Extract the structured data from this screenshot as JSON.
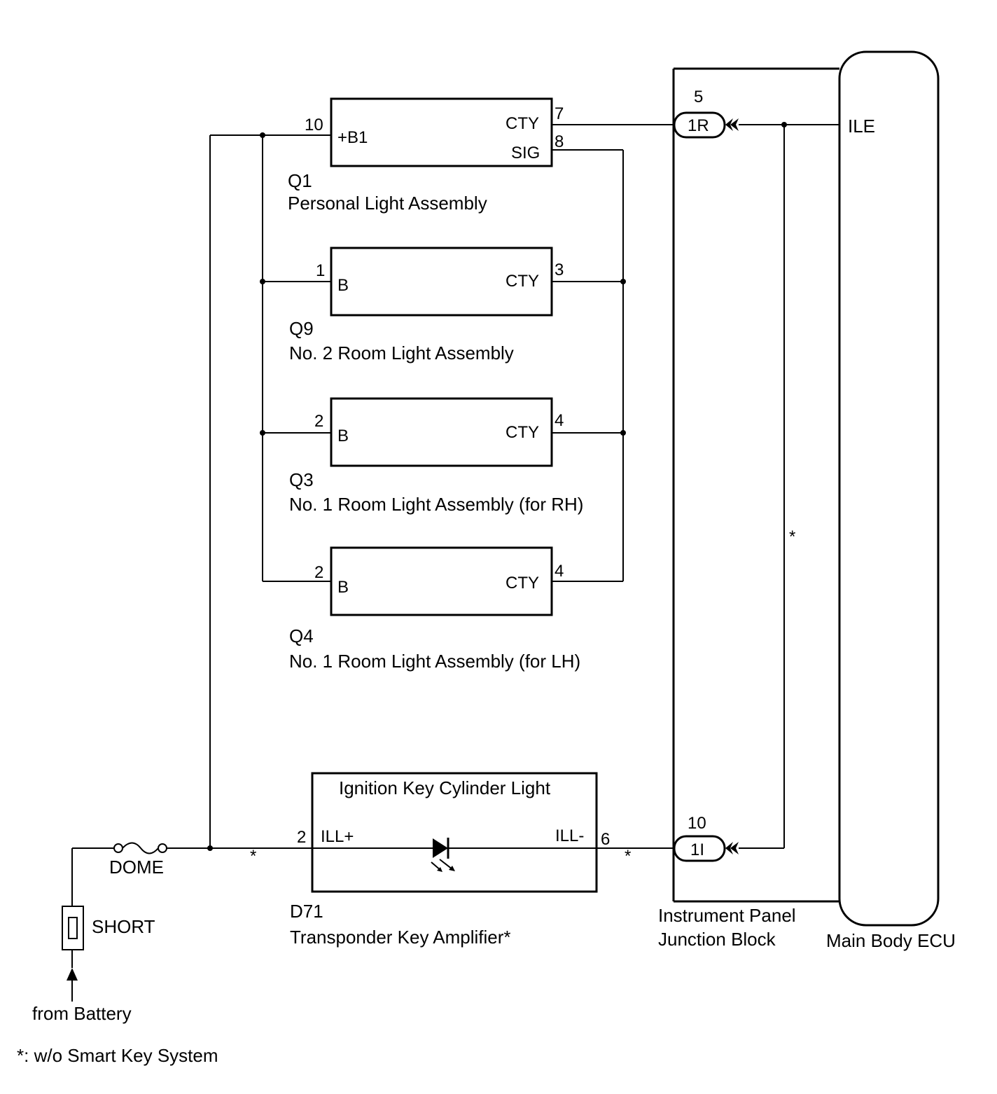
{
  "colors": {
    "line": "#000000",
    "background": "#ffffff"
  },
  "q1": {
    "pin_b": "10",
    "label_b": "+B1",
    "pin_cty": "7",
    "label_cty": "CTY",
    "pin_sig": "8",
    "label_sig": "SIG",
    "code": "Q1",
    "name": "Personal Light Assembly"
  },
  "q9": {
    "pin_b": "1",
    "label_b": "B",
    "pin_cty": "3",
    "label_cty": "CTY",
    "code": "Q9",
    "name": "No. 2 Room Light Assembly"
  },
  "q3": {
    "pin_b": "2",
    "label_b": "B",
    "pin_cty": "4",
    "label_cty": "CTY",
    "code": "Q3",
    "name": "No. 1 Room Light Assembly (for RH)"
  },
  "q4": {
    "pin_b": "2",
    "label_b": "B",
    "pin_cty": "4",
    "label_cty": "CTY",
    "code": "Q4",
    "name": "No. 1 Room Light Assembly (for LH)"
  },
  "d71": {
    "title": "Ignition Key Cylinder Light",
    "pin_plus": "2",
    "label_plus": "ILL+",
    "label_minus": "ILL-",
    "pin_minus": "6",
    "code": "D71",
    "name": "Transponder Key Amplifier*"
  },
  "junction": {
    "pin_top": "5",
    "conn_top": "1R",
    "pin_bottom": "10",
    "conn_bottom": "1I",
    "name_line1": "Instrument Panel",
    "name_line2": "Junction Block"
  },
  "ecu": {
    "terminal": "ILE",
    "name": "Main Body ECU"
  },
  "power": {
    "fuse": "DOME",
    "fusible_link": "SHORT",
    "source": "from Battery"
  },
  "marks": {
    "asterisk": "*"
  },
  "footnote": "*: w/o Smart Key System"
}
